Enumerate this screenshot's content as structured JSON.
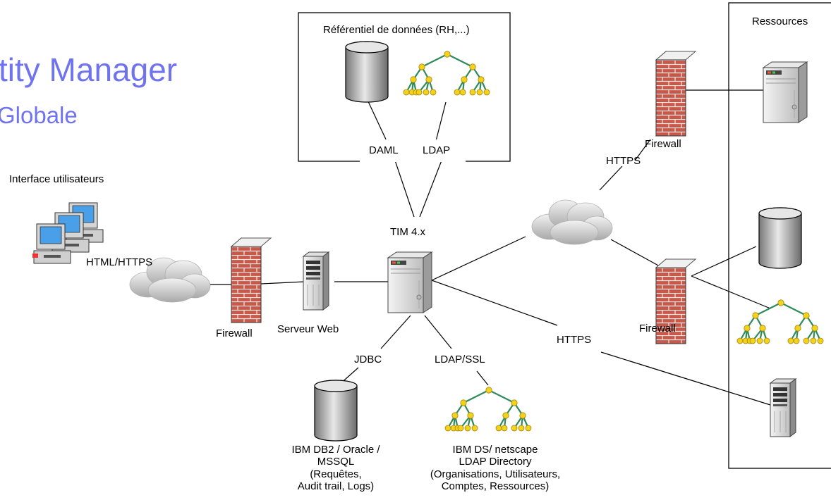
{
  "title": {
    "main": "tity Manager",
    "sub": "Globale"
  },
  "boxes": {
    "referentiel": "Référentiel de données (RH,...)",
    "ressources": "Ressources"
  },
  "labels": {
    "interface": "Interface utilisateurs",
    "html_https": "HTML/HTTPS",
    "firewall_left": "Firewall",
    "serveur_web": "Serveur Web",
    "tim": "TIM 4.x",
    "daml": "DAML",
    "ldap": "LDAP",
    "jdbc": "JDBC",
    "ldap_ssl": "LDAP/SSL",
    "https_top": "HTTPS",
    "https_bottom": "HTTPS",
    "firewall_top": "Firewall",
    "firewall_right": "Firewall",
    "db_text": "IBM DB2 / Oracle /\nMSSQL\n(Requêtes,\nAudit trail, Logs)",
    "ldap_text": "IBM DS/ netscape\nLDAP Directory\n(Organisations, Utilisateurs,\nComptes, Ressources)"
  },
  "icons": [
    "workstations-icon",
    "cloud-icon",
    "firewall-icon",
    "web-server-icon",
    "tim-server-icon",
    "database-icon",
    "ldap-tree-icon",
    "resource-server-icon"
  ],
  "colors": {
    "title": "#7073f0",
    "brick": "#c8584a",
    "tree_line": "#2e8b57",
    "tree_node": "#f2d21a",
    "cloud": "#c9c9c9"
  }
}
